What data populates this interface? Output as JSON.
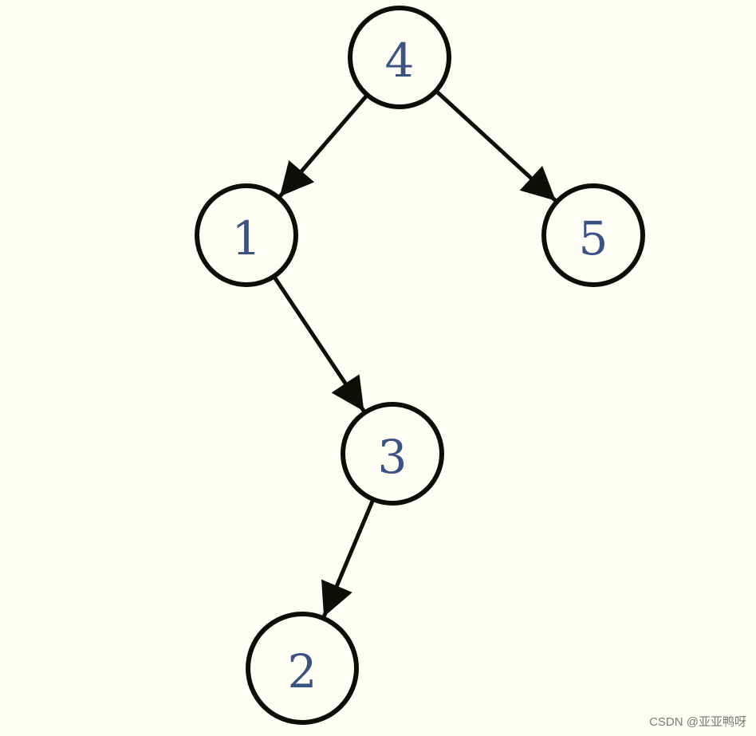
{
  "diagram": {
    "nodes": [
      {
        "id": "n4",
        "label": "4"
      },
      {
        "id": "n1",
        "label": "1"
      },
      {
        "id": "n5",
        "label": "5"
      },
      {
        "id": "n3",
        "label": "3"
      },
      {
        "id": "n2",
        "label": "2"
      }
    ],
    "edges": [
      {
        "from": "n4",
        "to": "n1"
      },
      {
        "from": "n4",
        "to": "n5"
      },
      {
        "from": "n1",
        "to": "n3"
      },
      {
        "from": "n3",
        "to": "n2"
      }
    ],
    "colors": {
      "background": "#fefef5",
      "stroke": "#0d0d0a",
      "label": "#3b5382"
    }
  },
  "watermark": "CSDN @亚亚鸭呀"
}
